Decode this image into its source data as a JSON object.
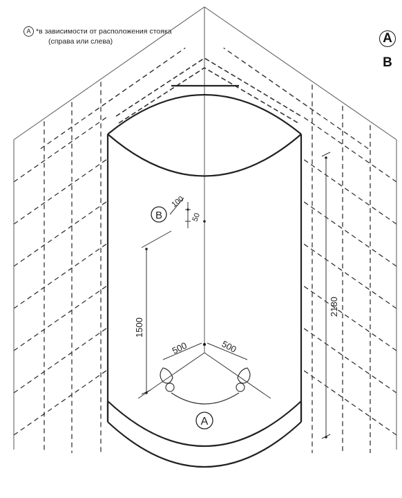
{
  "note": {
    "marker": "A",
    "line1": "*в зависимости от расположения стояка",
    "line2": "(справа или слева)"
  },
  "legend": {
    "a": "A",
    "b": "B"
  },
  "dimensions": {
    "height_total": "2180",
    "height_b": "1500",
    "offset_100": "100",
    "offset_50": "50",
    "left_500": "500",
    "right_500": "500"
  },
  "markers": {
    "a": "A",
    "b": "B"
  },
  "colors": {
    "line": "#222222",
    "dash": "#333333"
  }
}
